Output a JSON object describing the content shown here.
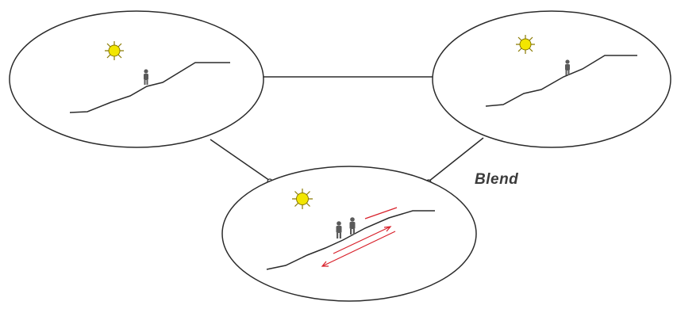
{
  "diagram": {
    "label": "Blend",
    "colors": {
      "outline": "#2b2b2b",
      "sun": "#f2e600",
      "sun_outline": "#8a7a00",
      "person": "#5a5a5a",
      "arrow": "#d8202a"
    },
    "panels": [
      {
        "id": "left",
        "figures": 1,
        "sun": true
      },
      {
        "id": "right",
        "figures": 1,
        "sun": true
      },
      {
        "id": "bottom",
        "figures": 2,
        "sun": true,
        "arrows": true
      }
    ]
  }
}
